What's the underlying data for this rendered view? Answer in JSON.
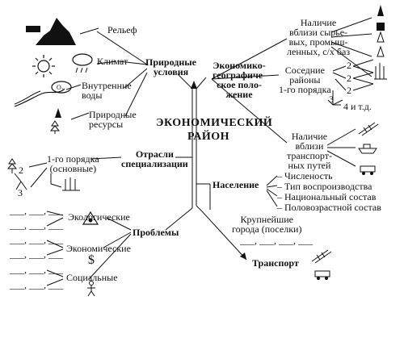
{
  "center": {
    "line1": "ЭКОНОМИЧЕСКИЙ",
    "line2": "РАЙОН"
  },
  "nodes": {
    "natural": "Природные\nусловия",
    "econgeo": "Экономико-\nгеографиче-\nское поло-\nжение",
    "specialization": "Отрасли\nспециализации",
    "population": "Население",
    "problems": "Проблемы",
    "transport": "Транспорт"
  },
  "natural_items": [
    "Рельеф",
    "Климат",
    "Внутренние\nводы",
    "Природные\nресурсы"
  ],
  "econgeo_items": {
    "resources": "Наличие\nвблизи сырье-\nвых, промыш-\nленных, с/х баз",
    "neighbors": "Соседние\nрайоны\n1-го порядка",
    "levels": [
      "2",
      "2",
      "2",
      "3",
      "4 и т.д."
    ],
    "transport_ways": "Наличие\nвблизи\nтранспорт-\nных путей"
  },
  "specialization_items": {
    "first": "1-го порядка\n(основные)",
    "n2": "2",
    "n3": "3"
  },
  "population_items": [
    "Численость",
    "Тип воспроизводства",
    "Национальный состав",
    "Половозрастной состав"
  ],
  "cities": {
    "label": "Крупнейшие\nгорода (поселки)",
    "blanks": "___, ___, ___, ___"
  },
  "problems_items": [
    "Экологические",
    "Экономические",
    "Социальные"
  ],
  "blank_line": "___, ___, ___"
}
